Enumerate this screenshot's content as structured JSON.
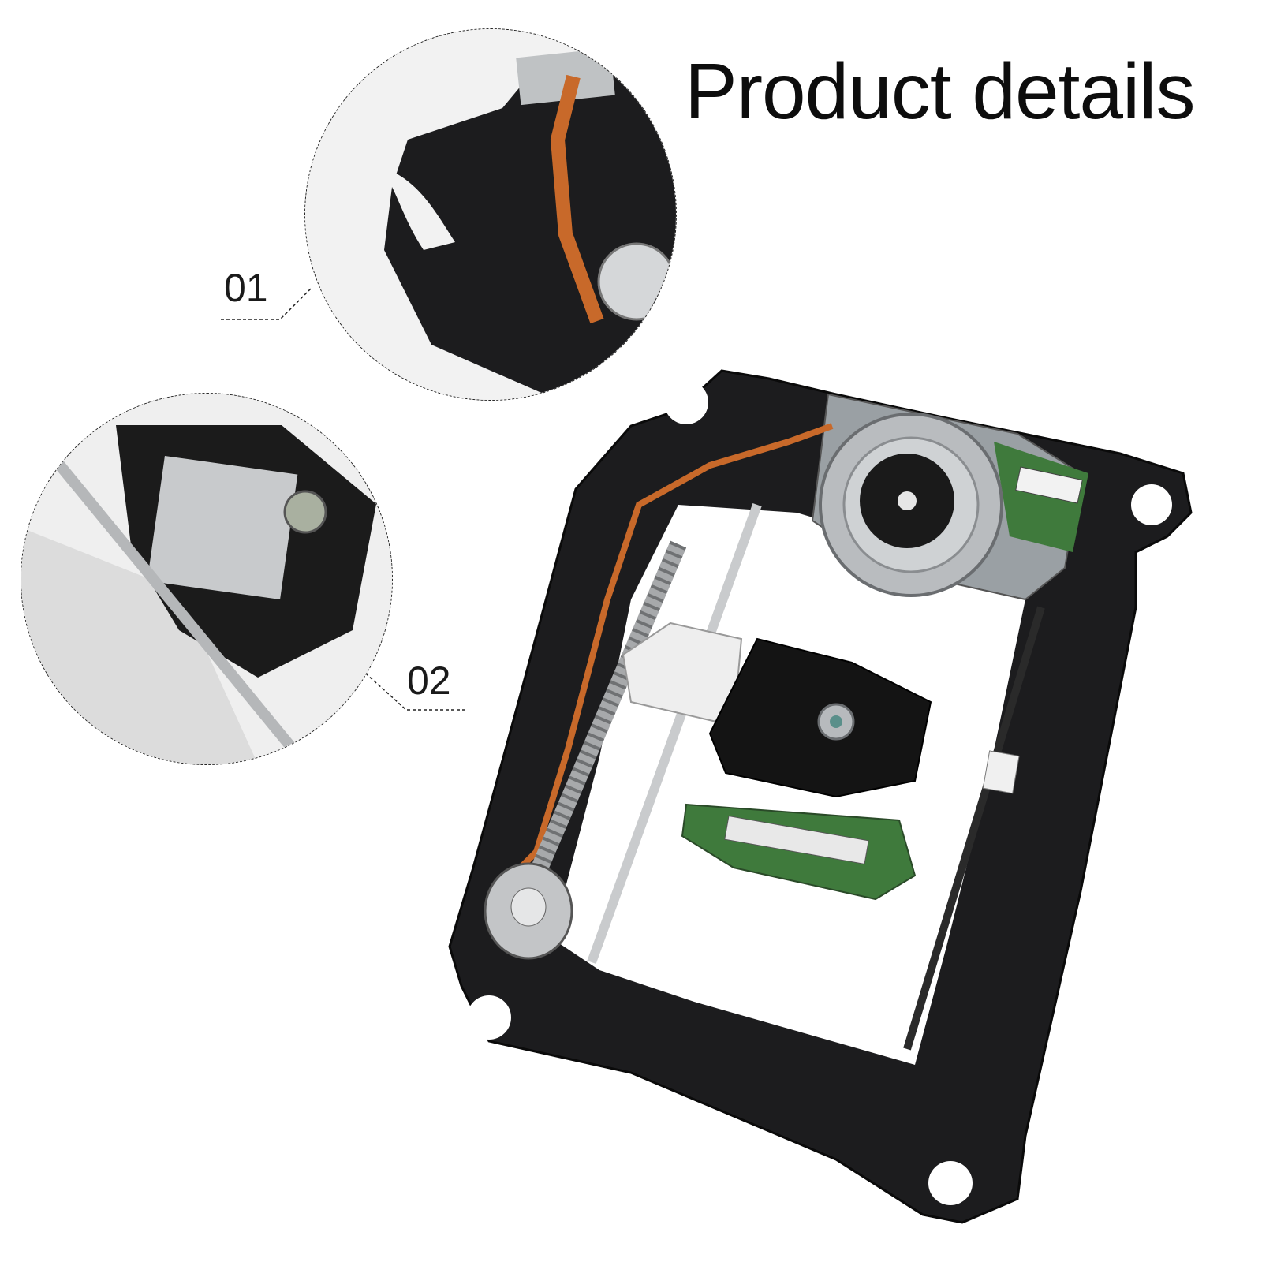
{
  "title": "Product details",
  "callouts": [
    {
      "label": "01"
    },
    {
      "label": "02"
    }
  ],
  "colors": {
    "frame": "#1c1c1e",
    "ribbon": "#c8692a",
    "metal": "#b9bcbf",
    "pcb": "#3f7a3c",
    "background": "#ffffff"
  }
}
